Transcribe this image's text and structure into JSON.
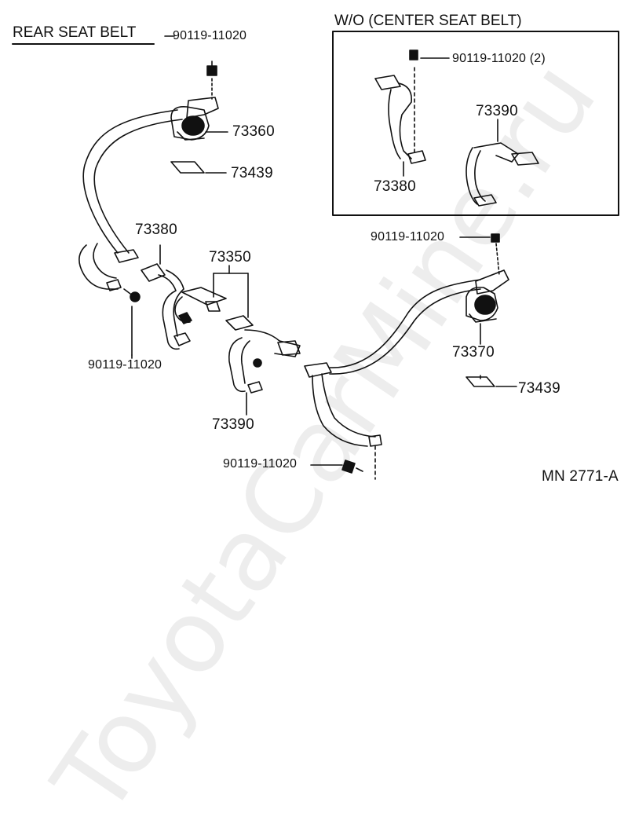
{
  "section_title": "REAR SEAT BELT",
  "inset_title": "W/O (CENTER SEAT BELT)",
  "watermark": "ToyotaCarMine.ru",
  "drawing_code": "MN 2771-A",
  "callouts": {
    "bolt_top": "90119-11020",
    "retractor_left": "73360",
    "plate_left": "73439",
    "buckle_left": "73380",
    "buckle_set": "73350",
    "bolt_left": "90119-11020",
    "buckle_center": "73390",
    "bolt_bottom": "90119-11020",
    "bolt_right": "90119-11020",
    "retractor_right": "73370",
    "plate_right": "73439",
    "inset_bolt": "90119-11020 (2)",
    "inset_buckle_left": "73380",
    "inset_buckle_right": "73390"
  }
}
